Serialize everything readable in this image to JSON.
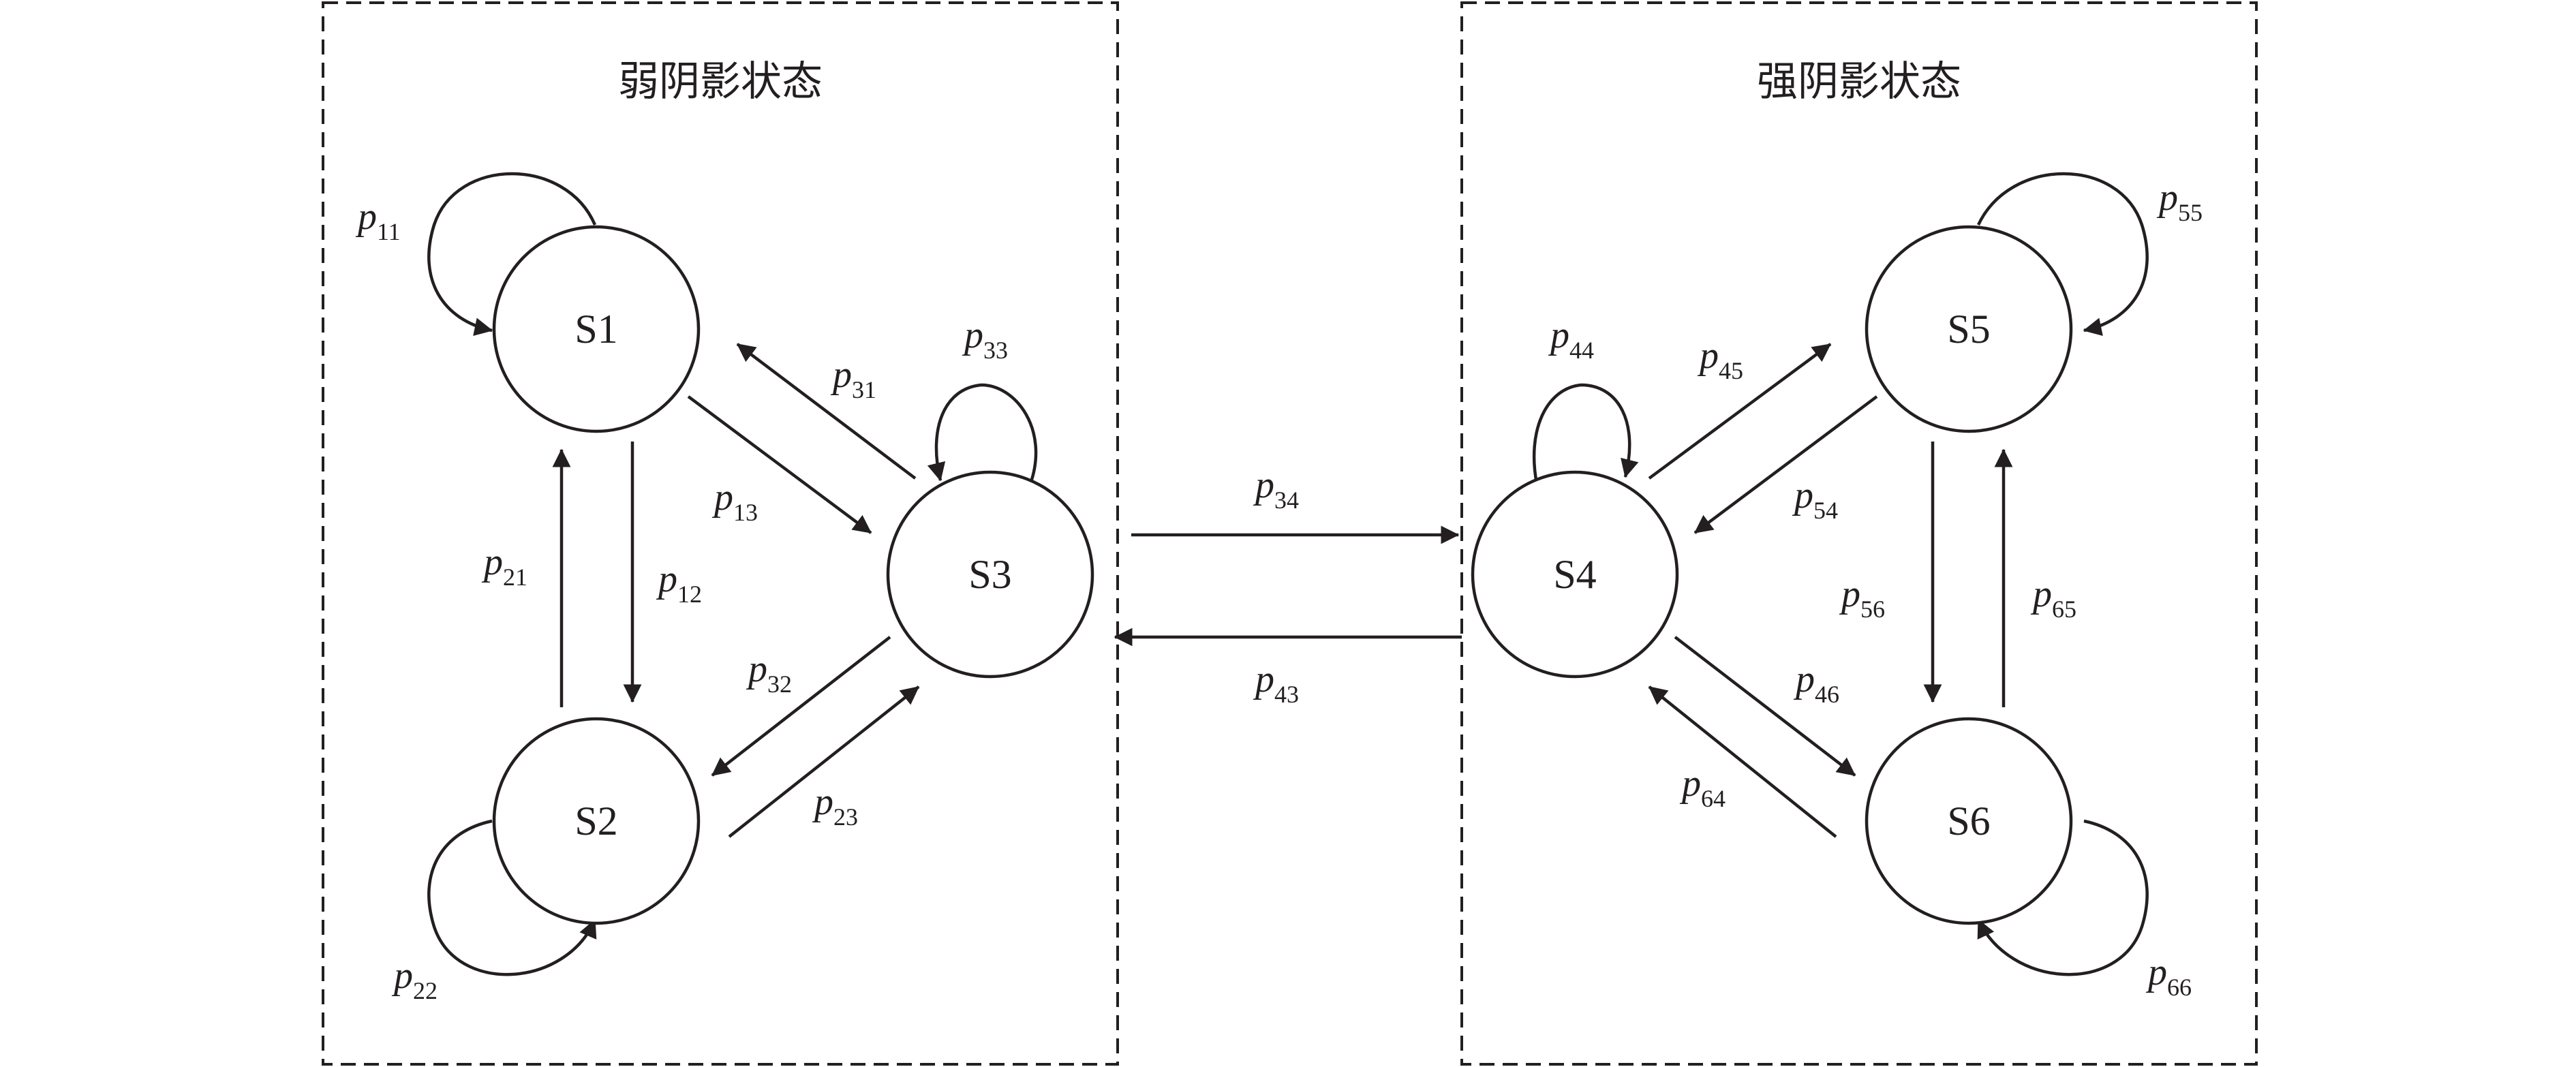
{
  "groups": {
    "weak": {
      "title": "弱阴影状态"
    },
    "strong": {
      "title": "强阴影状态"
    }
  },
  "nodes": {
    "s1": "S1",
    "s2": "S2",
    "s3": "S3",
    "s4": "S4",
    "s5": "S5",
    "s6": "S6"
  },
  "transitions": {
    "p11": {
      "base": "p",
      "sub": "11"
    },
    "p12": {
      "base": "p",
      "sub": "12"
    },
    "p13": {
      "base": "p",
      "sub": "13"
    },
    "p21": {
      "base": "p",
      "sub": "21"
    },
    "p22": {
      "base": "p",
      "sub": "22"
    },
    "p23": {
      "base": "p",
      "sub": "23"
    },
    "p31": {
      "base": "p",
      "sub": "31"
    },
    "p32": {
      "base": "p",
      "sub": "32"
    },
    "p33": {
      "base": "p",
      "sub": "33"
    },
    "p34": {
      "base": "p",
      "sub": "34"
    },
    "p43": {
      "base": "p",
      "sub": "43"
    },
    "p44": {
      "base": "p",
      "sub": "44"
    },
    "p45": {
      "base": "p",
      "sub": "45"
    },
    "p46": {
      "base": "p",
      "sub": "46"
    },
    "p54": {
      "base": "p",
      "sub": "54"
    },
    "p55": {
      "base": "p",
      "sub": "55"
    },
    "p56": {
      "base": "p",
      "sub": "56"
    },
    "p64": {
      "base": "p",
      "sub": "64"
    },
    "p65": {
      "base": "p",
      "sub": "65"
    },
    "p66": {
      "base": "p",
      "sub": "66"
    }
  },
  "colors": {
    "ink": "#231f20",
    "background": "#ffffff"
  }
}
